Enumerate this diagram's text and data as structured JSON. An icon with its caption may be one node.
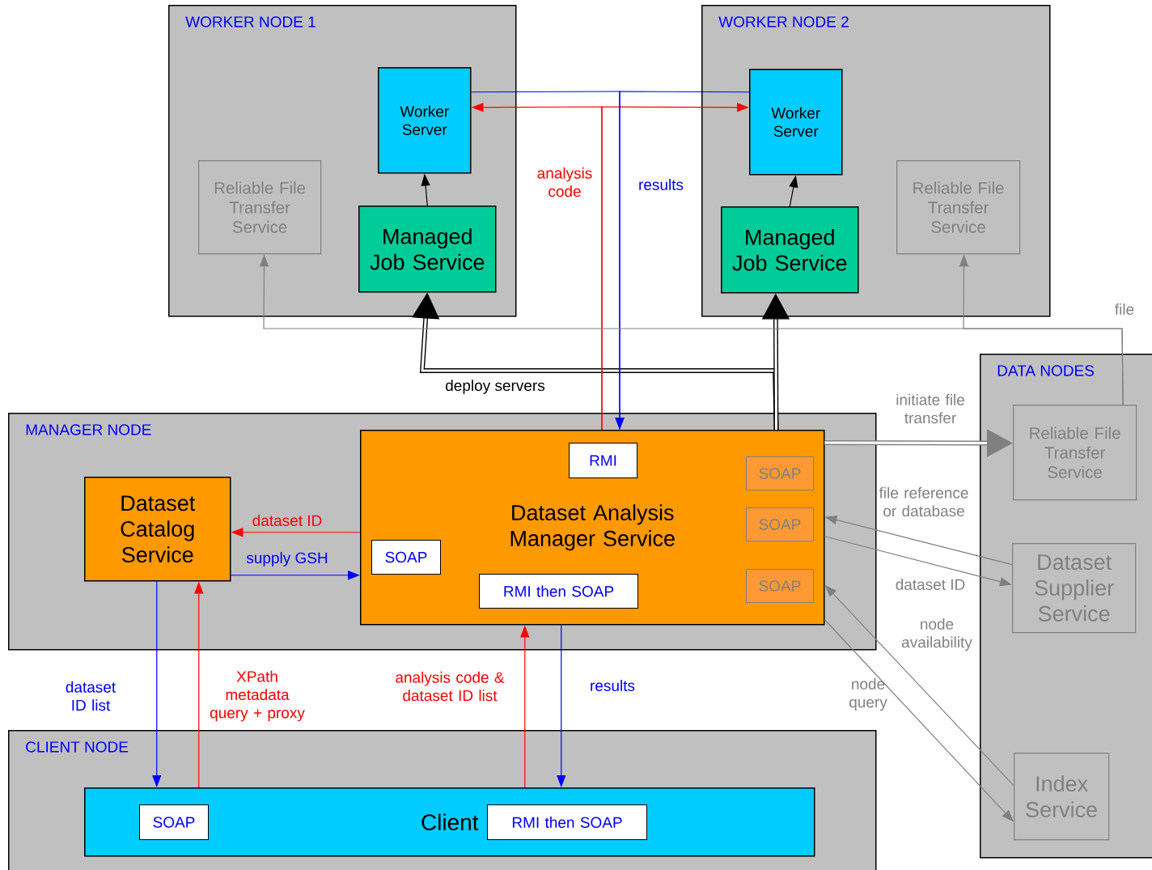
{
  "diagram": {
    "nodes": [
      {
        "text": [
          "WORKER NODE 1"
        ]
      },
      {
        "text": [
          "Worker Server"
        ],
        "in": 0
      },
      {
        "text": [
          "Reliable File Transfer Service"
        ],
        "in": 0
      },
      {
        "text": [
          "Managed Job Service"
        ],
        "in": 0
      },
      {
        "text": [
          "WORKER NODE 2"
        ]
      },
      {
        "text": [
          "Worker Server"
        ],
        "in": 4
      },
      {
        "text": [
          "Managed Job Service"
        ],
        "in": 4
      },
      {
        "text": [
          "Reliable File Transfer Service"
        ],
        "in": 4
      },
      {
        "text": [
          "DATA NODES"
        ]
      },
      {
        "text": [
          "Reliable File Transfer Service"
        ],
        "in": 8
      },
      {
        "text": [
          "Dataset Supplier Service"
        ],
        "in": 8
      },
      {
        "text": [
          "Index Service"
        ],
        "in": 8
      },
      {
        "text": [
          "MANAGER NODE"
        ]
      },
      {
        "text": [
          "Dataset Catalog Service"
        ],
        "in": 12
      },
      {
        "text": [
          "Dataset Analysis Manager Service"
        ],
        "in": 12
      },
      {
        "text": [
          "RMI"
        ],
        "in": 14
      },
      {
        "text": [
          "SOAP"
        ],
        "in": 14
      },
      {
        "text": [
          "RMI then SOAP"
        ],
        "in": 14
      },
      {
        "text": [
          "SOAP"
        ],
        "in": 14
      },
      {
        "text": [
          "SOAP"
        ],
        "in": 14
      },
      {
        "text": [
          "SOAP"
        ],
        "in": 14
      },
      {
        "text": [
          "CLIENT NODE"
        ]
      },
      {
        "text": [
          "Client"
        ],
        "in": 21
      },
      {
        "text": [
          "SOAP"
        ],
        "in": 22
      },
      {
        "text": [
          "RMI then SOAP"
        ],
        "in": 22
      }
    ],
    "edges": [
      {
        "from": 3,
        "to": 1,
        "arrow": "to",
        "color": "#000000"
      },
      {
        "from": 6,
        "to": 5,
        "arrow": "to",
        "color": "#000000"
      },
      {
        "from": 14,
        "to": 3,
        "arrow": "to",
        "label": "deploy servers",
        "style": "thick",
        "color": "#000000"
      },
      {
        "from": 14,
        "to": 6,
        "arrow": "to",
        "style": "thick",
        "color": "#000000"
      },
      {
        "from": 14,
        "to": 1,
        "arrow": "to",
        "label": "analysis code",
        "color": "#ff0000"
      },
      {
        "from": 14,
        "to": 5,
        "arrow": "to",
        "color": "#ff0000"
      },
      {
        "from": 1,
        "to": 14,
        "arrow": "to",
        "label": "results",
        "color": "#0000ff"
      },
      {
        "from": 5,
        "to": 14,
        "arrow": "to",
        "color": "#0000ff"
      },
      {
        "from": 9,
        "to": 2,
        "arrow": "to",
        "label": "file",
        "color": "#808080"
      },
      {
        "from": 9,
        "to": 7,
        "arrow": "to",
        "color": "#808080"
      },
      {
        "from": 14,
        "to": 9,
        "arrow": "to",
        "label": "initiate file transfer",
        "style": "thick",
        "color": "#808080"
      },
      {
        "from": 10,
        "to": 14,
        "arrow": "to",
        "label": "file reference or database",
        "color": "#808080"
      },
      {
        "from": 14,
        "to": 10,
        "arrow": "to",
        "label": "dataset ID",
        "color": "#808080"
      },
      {
        "from": 11,
        "to": 14,
        "arrow": "to",
        "label": "node availability",
        "color": "#808080"
      },
      {
        "from": 14,
        "to": 11,
        "arrow": "to",
        "label": "node query",
        "color": "#808080"
      },
      {
        "from": 14,
        "to": 13,
        "arrow": "to",
        "label": "dataset ID",
        "color": "#ff0000"
      },
      {
        "from": 13,
        "to": 14,
        "arrow": "to",
        "label": "supply GSH",
        "color": "#0000ff"
      },
      {
        "from": 13,
        "to": 22,
        "arrow": "to",
        "label": "dataset ID list",
        "color": "#0000ff"
      },
      {
        "from": 22,
        "to": 13,
        "arrow": "to",
        "label": "XPath metadata query + proxy",
        "color": "#ff0000"
      },
      {
        "from": 22,
        "to": 14,
        "arrow": "to",
        "label": "analysis code & dataset ID list",
        "color": "#ff0000"
      },
      {
        "from": 14,
        "to": 22,
        "arrow": "to",
        "label": "results",
        "color": "#0000ff"
      }
    ]
  }
}
